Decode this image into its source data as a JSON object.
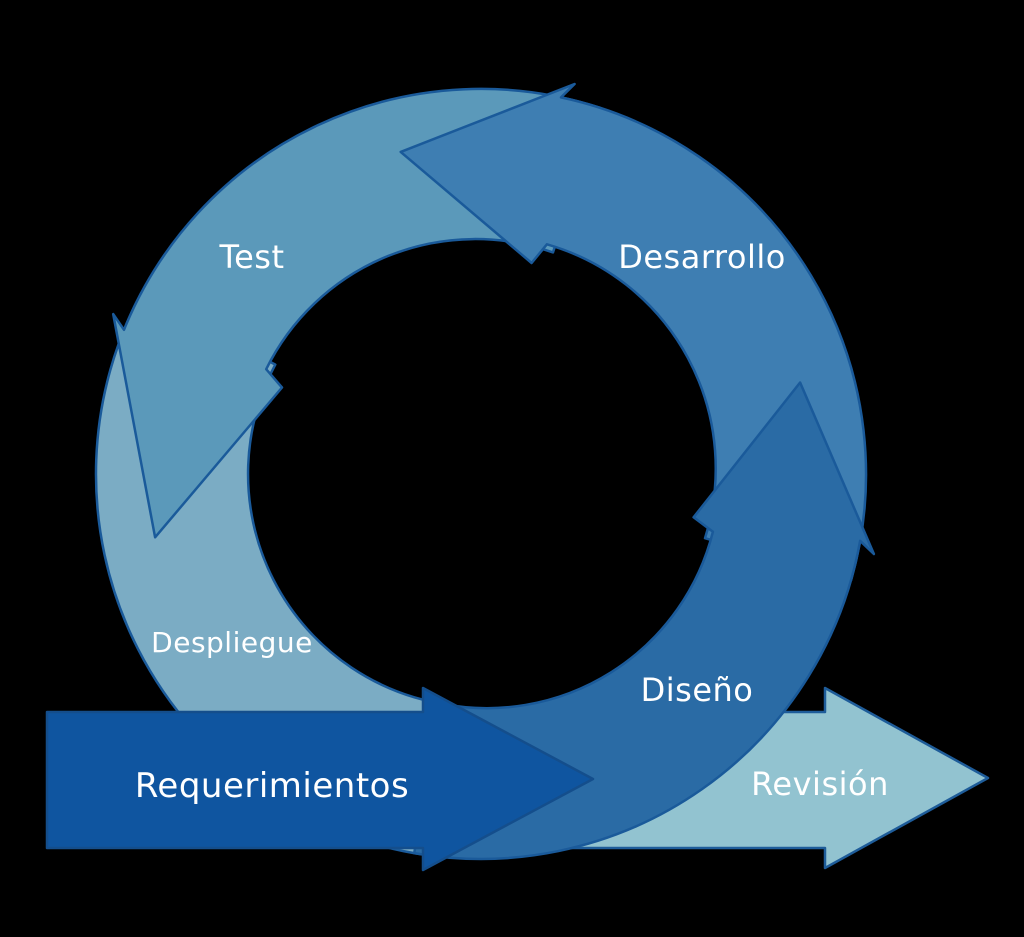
{
  "diagram": {
    "name": "agile-iteration-cycle",
    "background_color": "#000000",
    "text_color": "#FFFFFF",
    "stroke_color": "#1A5A9A",
    "cycle_direction": "counter-clockwise",
    "cycle_segments": [
      {
        "label": "Despliegue",
        "color": "#7BACC4"
      },
      {
        "label": "Test",
        "color": "#5B99BA"
      },
      {
        "label": "Desarrollo",
        "color": "#3E7EB2"
      },
      {
        "label": "Diseño",
        "color": "#2A6BA5"
      }
    ],
    "input_arrow": {
      "label": "Requerimientos",
      "color": "#0F55A0",
      "stroke": "#144E8C"
    },
    "output_arrow": {
      "label": "Revisión",
      "color": "#92C3D0",
      "stroke": "#1E5C99"
    }
  }
}
